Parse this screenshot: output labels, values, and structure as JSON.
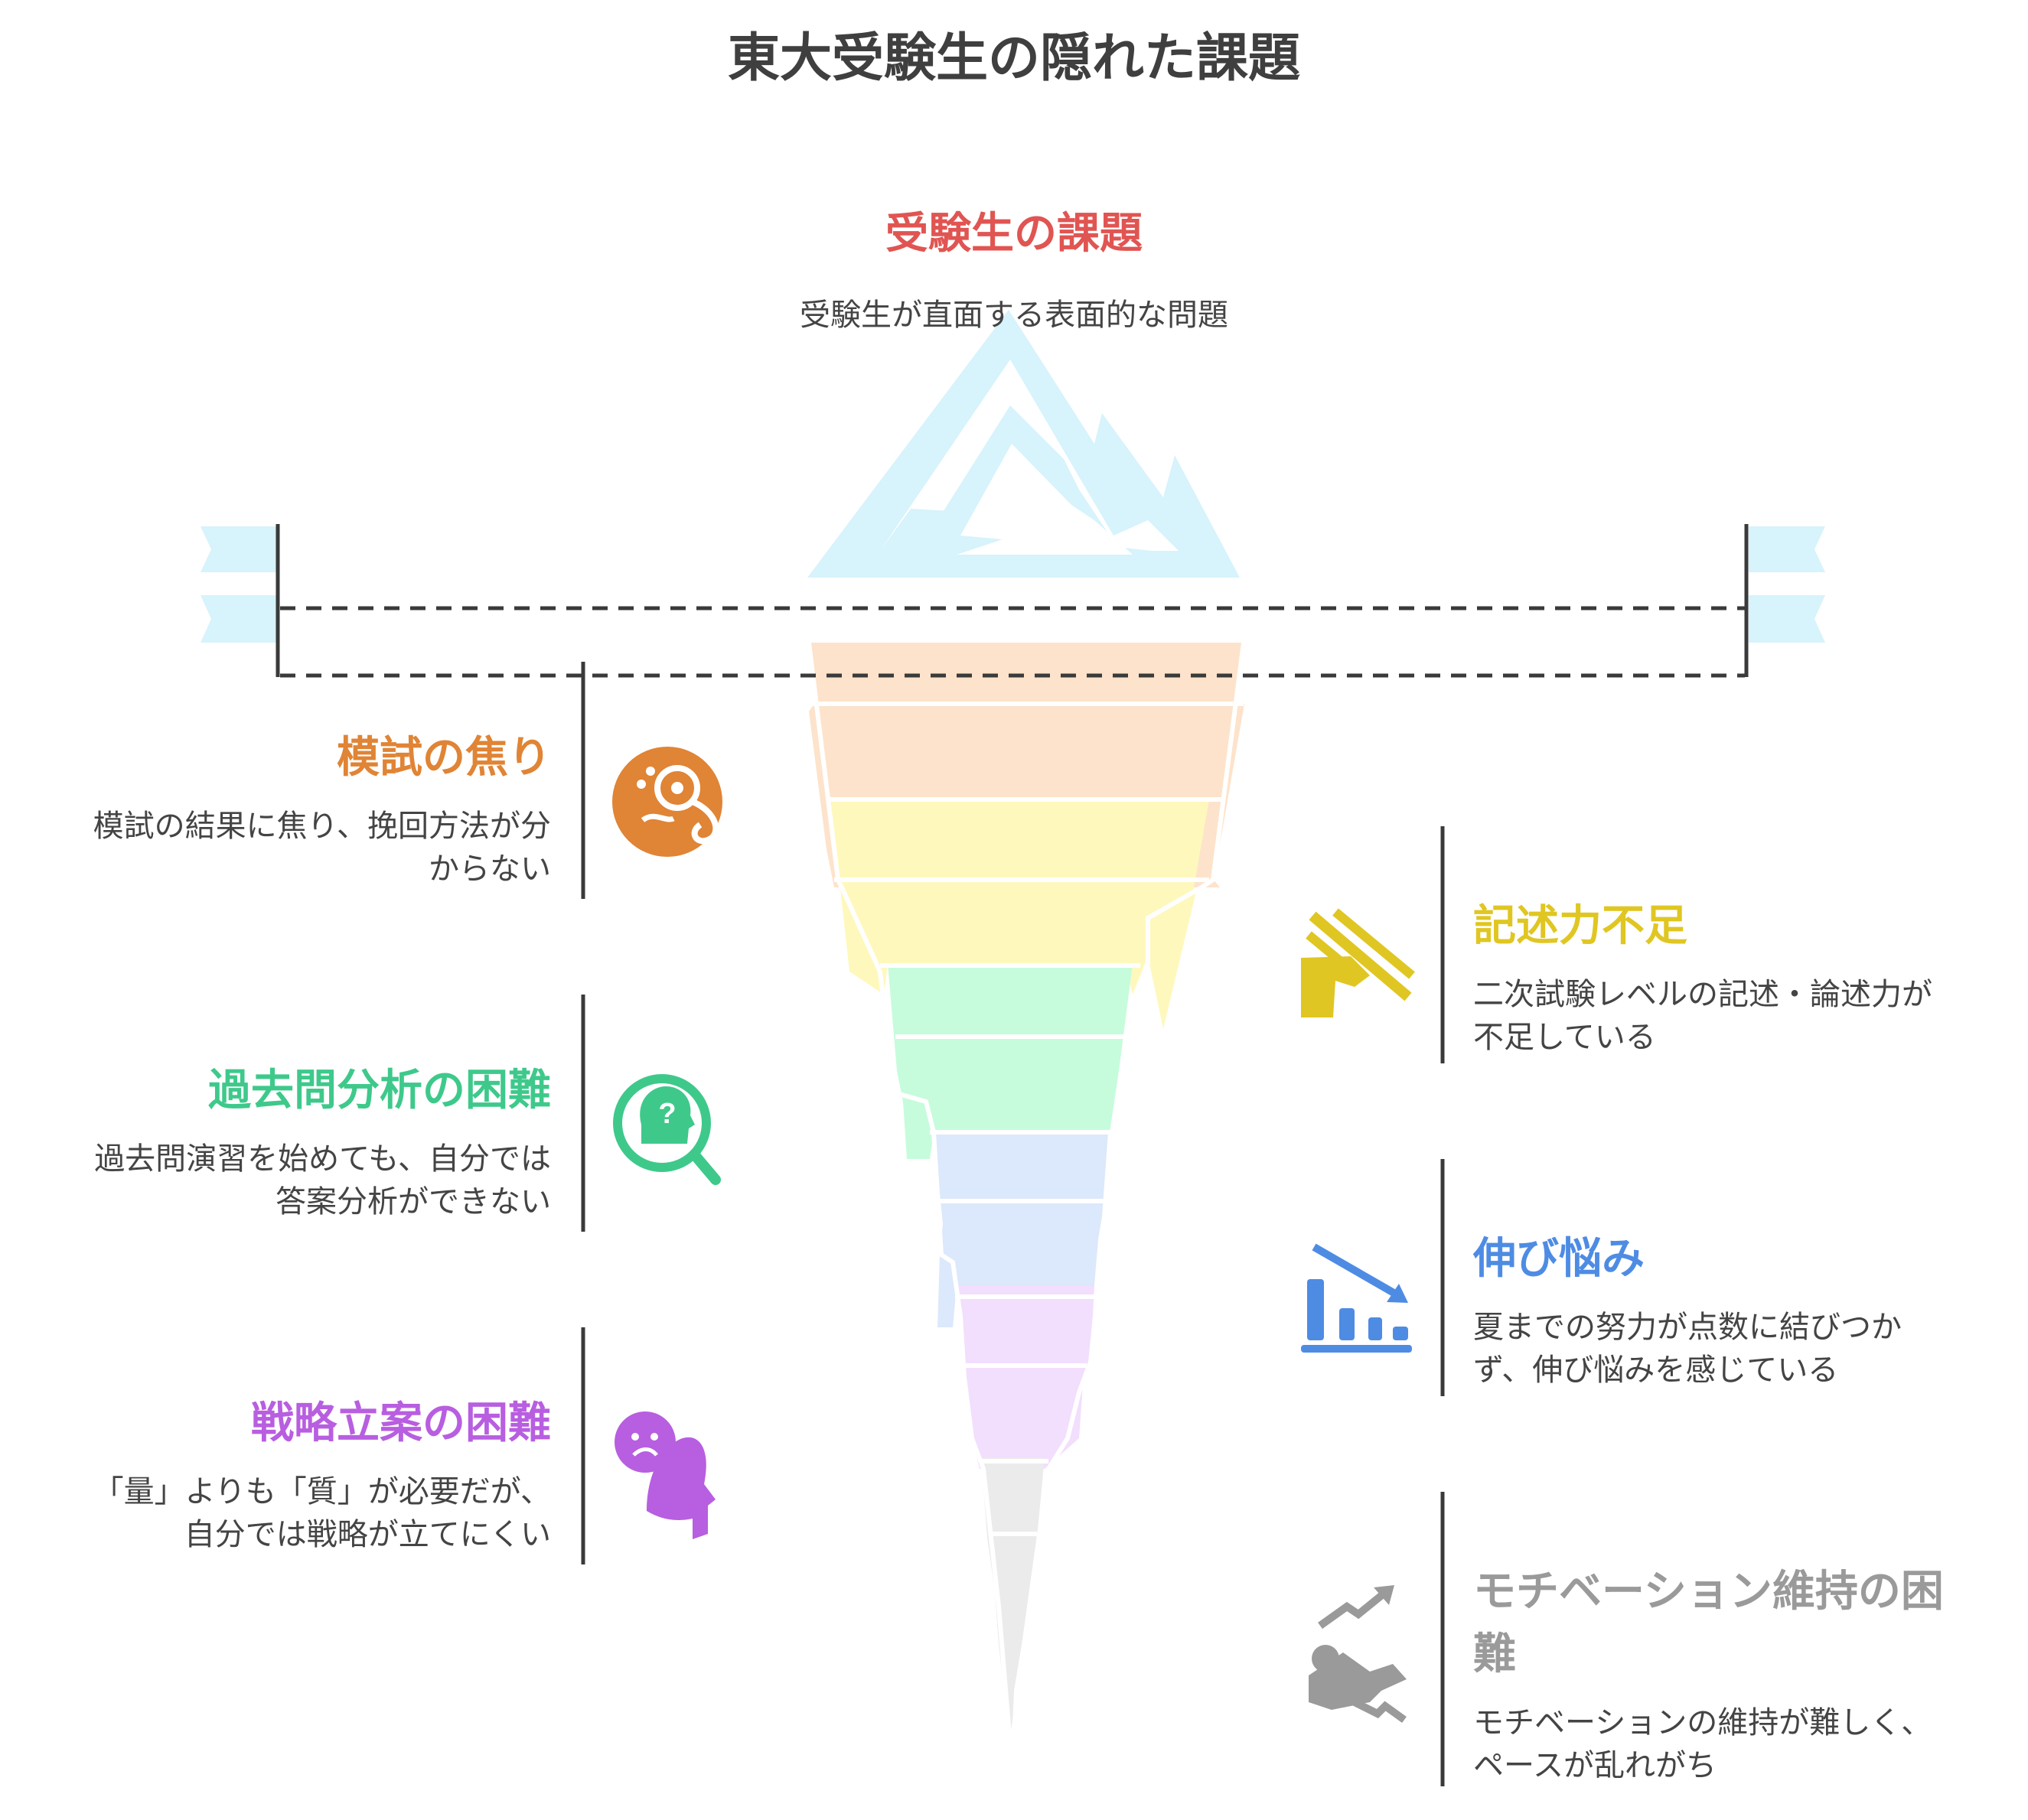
{
  "title": "東大受験生の隠れた課題",
  "tip": {
    "title": "受験生の課題",
    "subtitle": "受験生が直面する表面的な問題",
    "color": "#e05552"
  },
  "items": [
    {
      "title": "模試の焦り",
      "desc": [
        "模試の結果に焦り、挽回方法が分",
        "からない"
      ],
      "color": "#e08435",
      "icon": "anxious-head-magnifier-icon"
    },
    {
      "title": "記述力不足",
      "desc": [
        "二次試験レベルの記述・論述力が",
        "不足している"
      ],
      "color": "#e0c622",
      "icon": "writing-hand-icon"
    },
    {
      "title": "過去問分析の困難",
      "desc": [
        "過去問演習を始めても、自分では",
        "答案分析ができない"
      ],
      "color": "#3ec98b",
      "icon": "question-head-search-icon"
    },
    {
      "title": "伸び悩み",
      "desc": [
        "夏までの努力が点数に結びつか",
        "ず、伸び悩みを感じている"
      ],
      "color": "#4e8ce4",
      "icon": "declining-bar-chart-icon"
    },
    {
      "title": "戦略立案の困難",
      "desc": [
        "「量」よりも「質」が必要だが、",
        "自分では戦略が立てにくい"
      ],
      "color": "#b85ee0",
      "icon": "sad-head-icon"
    },
    {
      "title": "モチベーション維持の困難",
      "title_lines": [
        "モチベーション維持の困",
        "難"
      ],
      "desc": [
        "モチベーションの維持が難しく、",
        "ペースが乱れがち"
      ],
      "color": "#9a9a9a",
      "icon": "falling-person-trend-icon"
    }
  ],
  "colors": {
    "ice": "#d7f3fc",
    "orange_band": "#fde3cb",
    "yellow_band": "#fff8bd",
    "green_band": "#c6fcdc",
    "blue_band": "#dce8fb",
    "purple_band": "#f2defd",
    "gray_band": "#ebebeb",
    "line": "#3a3a3a"
  }
}
